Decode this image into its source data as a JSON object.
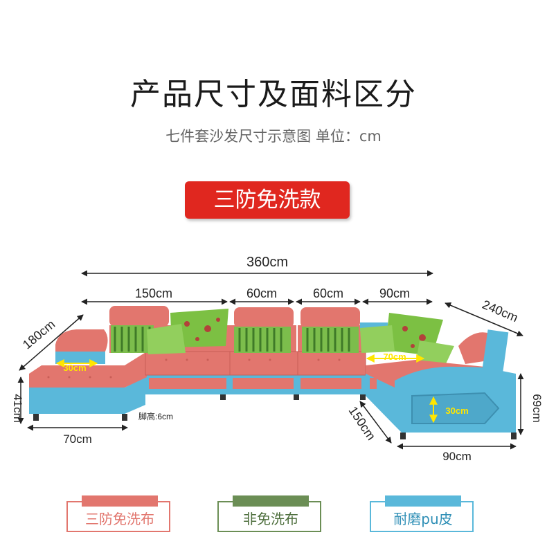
{
  "header": {
    "title": "产品尺寸及面料区分",
    "subtitle": "七件套沙发尺寸示意图  单位：cm",
    "badge": "三防免洗款"
  },
  "dimensions": {
    "total_width": "360cm",
    "seg1": "150cm",
    "seg2": "60cm",
    "seg3": "60cm",
    "seg4": "90cm",
    "diag_right": "240cm",
    "diag_left": "180cm",
    "seat_left": "30cm",
    "seat_right": "70cm",
    "arm_height": "30cm",
    "height_left": "41cm",
    "height_right": "69cm",
    "chaise_width": "70cm",
    "foot_height": "脚高:6cm",
    "diag_bottom": "150cm",
    "right_width": "90cm"
  },
  "legend": [
    {
      "label": "三防免洗布",
      "color": "#e2766e"
    },
    {
      "label": "非免洗布",
      "color": "#6b8e55"
    },
    {
      "label": "耐磨pu皮",
      "color": "#5ab8da"
    }
  ],
  "colors": {
    "fabric_red": "#e2766e",
    "fabric_green": "#6b8e55",
    "pu_blue": "#5ab8da",
    "badge_red": "#e0271f"
  }
}
